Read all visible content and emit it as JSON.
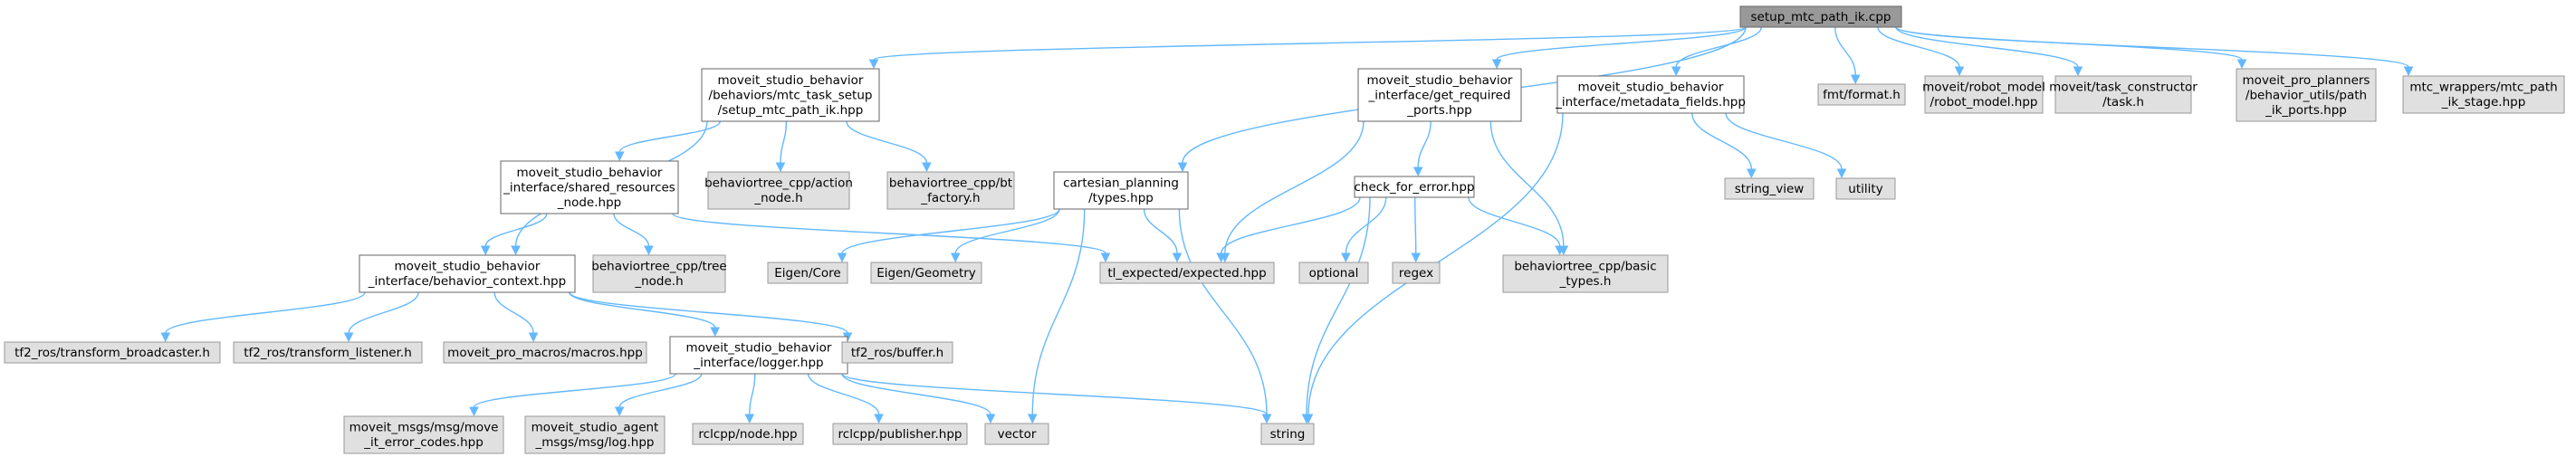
{
  "diagram": {
    "type": "include-dependency-graph",
    "nodes": [
      {
        "id": "root",
        "kind": "root",
        "lines": [
          "setup_mtc_path_ik.cpp"
        ]
      },
      {
        "id": "mtc_task_setup",
        "kind": "local",
        "lines": [
          "moveit_studio_behavior",
          "/behaviors/mtc_task_setup",
          "/setup_mtc_path_ik.hpp"
        ]
      },
      {
        "id": "cartesian_types",
        "kind": "local",
        "lines": [
          "cartesian_planning",
          "/types.hpp"
        ]
      },
      {
        "id": "get_required_ports",
        "kind": "local",
        "lines": [
          "moveit_studio_behavior",
          "_interface/get_required",
          "_ports.hpp"
        ]
      },
      {
        "id": "metadata_fields",
        "kind": "local",
        "lines": [
          "moveit_studio_behavior",
          "_interface/metadata_fields.hpp"
        ]
      },
      {
        "id": "fmt_format",
        "kind": "ext",
        "lines": [
          "fmt/format.h"
        ]
      },
      {
        "id": "robot_model",
        "kind": "ext",
        "lines": [
          "moveit/robot_model",
          "/robot_model.hpp"
        ]
      },
      {
        "id": "task_constructor",
        "kind": "ext",
        "lines": [
          "moveit/task_constructor",
          "/task.h"
        ]
      },
      {
        "id": "path_ik_ports",
        "kind": "ext",
        "lines": [
          "moveit_pro_planners",
          "/behavior_utils/path",
          "_ik_ports.hpp"
        ]
      },
      {
        "id": "mtc_path_ik_stage",
        "kind": "ext",
        "lines": [
          "mtc_wrappers/mtc_path",
          "_ik_stage.hpp"
        ]
      },
      {
        "id": "shared_resources",
        "kind": "local",
        "lines": [
          "moveit_studio_behavior",
          "_interface/shared_resources",
          "_node.hpp"
        ]
      },
      {
        "id": "bt_action_node",
        "kind": "ext",
        "lines": [
          "behaviortree_cpp/action",
          "_node.h"
        ]
      },
      {
        "id": "bt_factory",
        "kind": "ext",
        "lines": [
          "behaviortree_cpp/bt",
          "_factory.h"
        ]
      },
      {
        "id": "check_for_error",
        "kind": "local",
        "lines": [
          "check_for_error.hpp"
        ]
      },
      {
        "id": "string_view",
        "kind": "ext",
        "lines": [
          "string_view"
        ]
      },
      {
        "id": "utility",
        "kind": "ext",
        "lines": [
          "utility"
        ]
      },
      {
        "id": "behavior_context",
        "kind": "local",
        "lines": [
          "moveit_studio_behavior",
          "_interface/behavior_context.hpp"
        ]
      },
      {
        "id": "bt_tree_node",
        "kind": "ext",
        "lines": [
          "behaviortree_cpp/tree",
          "_node.h"
        ]
      },
      {
        "id": "eigen_core",
        "kind": "ext",
        "lines": [
          "Eigen/Core"
        ]
      },
      {
        "id": "eigen_geometry",
        "kind": "ext",
        "lines": [
          "Eigen/Geometry"
        ]
      },
      {
        "id": "tl_expected",
        "kind": "ext",
        "lines": [
          "tl_expected/expected.hpp"
        ]
      },
      {
        "id": "optional",
        "kind": "ext",
        "lines": [
          "optional"
        ]
      },
      {
        "id": "regex",
        "kind": "ext",
        "lines": [
          "regex"
        ]
      },
      {
        "id": "bt_basic_types",
        "kind": "ext",
        "lines": [
          "behaviortree_cpp/basic",
          "_types.h"
        ]
      },
      {
        "id": "tf2_broadcaster",
        "kind": "ext",
        "lines": [
          "tf2_ros/transform_broadcaster.h"
        ]
      },
      {
        "id": "tf2_listener",
        "kind": "ext",
        "lines": [
          "tf2_ros/transform_listener.h"
        ]
      },
      {
        "id": "pro_macros",
        "kind": "ext",
        "lines": [
          "moveit_pro_macros/macros.hpp"
        ]
      },
      {
        "id": "logger",
        "kind": "local",
        "lines": [
          "moveit_studio_behavior",
          "_interface/logger.hpp"
        ]
      },
      {
        "id": "tf2_buffer",
        "kind": "ext",
        "lines": [
          "tf2_ros/buffer.h"
        ]
      },
      {
        "id": "move_it_error_codes",
        "kind": "ext",
        "lines": [
          "moveit_msgs/msg/move",
          "_it_error_codes.hpp"
        ]
      },
      {
        "id": "agent_log",
        "kind": "ext",
        "lines": [
          "moveit_studio_agent",
          "_msgs/msg/log.hpp"
        ]
      },
      {
        "id": "rclcpp_node",
        "kind": "ext",
        "lines": [
          "rclcpp/node.hpp"
        ]
      },
      {
        "id": "rclcpp_publisher",
        "kind": "ext",
        "lines": [
          "rclcpp/publisher.hpp"
        ]
      },
      {
        "id": "vector",
        "kind": "ext",
        "lines": [
          "vector"
        ]
      },
      {
        "id": "string",
        "kind": "ext",
        "lines": [
          "string"
        ]
      }
    ],
    "edges": [
      [
        "root",
        "mtc_task_setup"
      ],
      [
        "root",
        "cartesian_types"
      ],
      [
        "root",
        "get_required_ports"
      ],
      [
        "root",
        "metadata_fields"
      ],
      [
        "root",
        "fmt_format"
      ],
      [
        "root",
        "robot_model"
      ],
      [
        "root",
        "task_constructor"
      ],
      [
        "root",
        "path_ik_ports"
      ],
      [
        "root",
        "mtc_path_ik_stage"
      ],
      [
        "mtc_task_setup",
        "shared_resources"
      ],
      [
        "mtc_task_setup",
        "bt_action_node"
      ],
      [
        "mtc_task_setup",
        "bt_factory"
      ],
      [
        "mtc_task_setup",
        "behavior_context"
      ],
      [
        "shared_resources",
        "behavior_context"
      ],
      [
        "shared_resources",
        "bt_tree_node"
      ],
      [
        "shared_resources",
        "tl_expected"
      ],
      [
        "behavior_context",
        "tf2_broadcaster"
      ],
      [
        "behavior_context",
        "tf2_listener"
      ],
      [
        "behavior_context",
        "pro_macros"
      ],
      [
        "behavior_context",
        "logger"
      ],
      [
        "behavior_context",
        "tf2_buffer"
      ],
      [
        "logger",
        "move_it_error_codes"
      ],
      [
        "logger",
        "agent_log"
      ],
      [
        "logger",
        "rclcpp_node"
      ],
      [
        "logger",
        "rclcpp_publisher"
      ],
      [
        "logger",
        "vector"
      ],
      [
        "logger",
        "string"
      ],
      [
        "cartesian_types",
        "eigen_core"
      ],
      [
        "cartesian_types",
        "eigen_geometry"
      ],
      [
        "cartesian_types",
        "tl_expected"
      ],
      [
        "cartesian_types",
        "vector"
      ],
      [
        "cartesian_types",
        "string"
      ],
      [
        "get_required_ports",
        "check_for_error"
      ],
      [
        "get_required_ports",
        "tl_expected"
      ],
      [
        "get_required_ports",
        "bt_basic_types"
      ],
      [
        "check_for_error",
        "tl_expected"
      ],
      [
        "check_for_error",
        "optional"
      ],
      [
        "check_for_error",
        "regex"
      ],
      [
        "check_for_error",
        "bt_basic_types"
      ],
      [
        "check_for_error",
        "string"
      ],
      [
        "metadata_fields",
        "string_view"
      ],
      [
        "metadata_fields",
        "utility"
      ],
      [
        "metadata_fields",
        "string"
      ]
    ]
  }
}
